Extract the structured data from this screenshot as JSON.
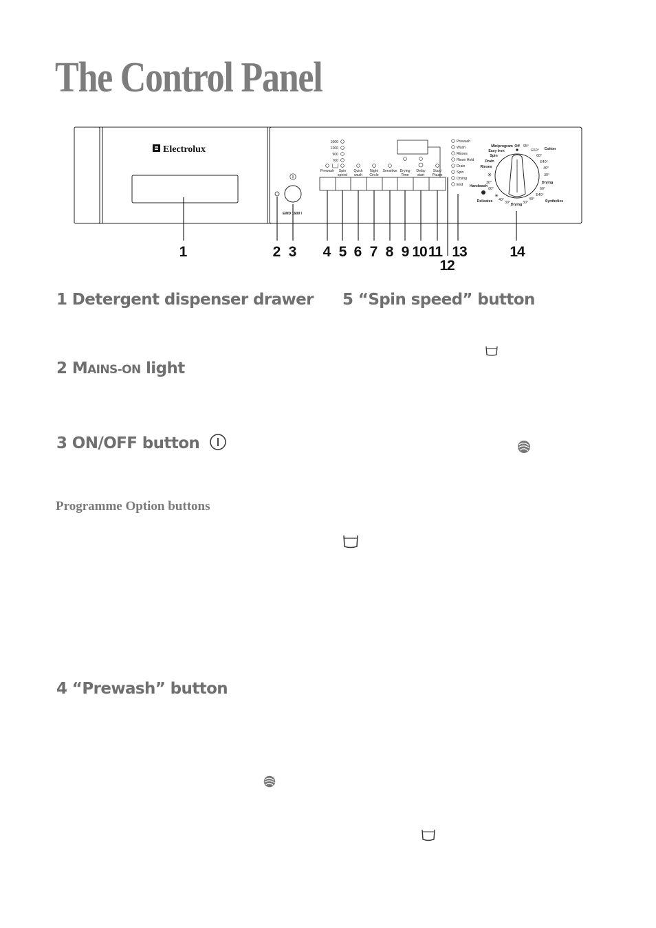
{
  "title": "The Control Panel",
  "panel": {
    "brand": "Electrolux",
    "model": "EWD 1609 I",
    "spin_speeds": [
      "1600",
      "1200",
      "900",
      "700"
    ],
    "button_labels": [
      {
        "l1": "Prewash",
        "l2": ""
      },
      {
        "l1": "Spin",
        "l2": "speed"
      },
      {
        "l1": "Quick",
        "l2": "wash"
      },
      {
        "l1": "Night",
        "l2": "Circle"
      },
      {
        "l1": "Sensitive",
        "l2": ""
      },
      {
        "l1": "Drying",
        "l2": "Time"
      },
      {
        "l1": "Delay",
        "l2": "start"
      },
      {
        "l1": "Start/",
        "l2": "Pause"
      }
    ],
    "progress_phases": [
      "Prewash",
      "Wash",
      "Rinses",
      "Rinse Hold",
      "Drain",
      "Spin",
      "Drying",
      "End"
    ],
    "dial": {
      "group_labels": {
        "cotton": "Cotton",
        "synthetics": "Synthetics",
        "delicates": "Delicates",
        "handwash": "Handwash",
        "drying": "Drying"
      },
      "top_labels": {
        "miniprogram": "Miniprogram",
        "off": "Off",
        "t95": "95°",
        "easy_iron": "Easy Iron",
        "spin": "Spin",
        "drain": "Drain",
        "rinses": "Rinses"
      },
      "cotton_temps": [
        "E60°",
        "60°",
        "E40°",
        "40°",
        "30°"
      ],
      "cotton_drying": "Drying",
      "synthetics_temps": [
        "60°",
        "E40°",
        "40°",
        "30°"
      ],
      "synthetics_drying": "Drying",
      "delicates_temps": [
        "30°",
        "40°",
        "60°",
        "30°"
      ]
    }
  },
  "callouts": [
    "1",
    "2",
    "3",
    "4",
    "5",
    "6",
    "7",
    "8",
    "9",
    "10",
    "11",
    "12",
    "13",
    "14"
  ],
  "sections": {
    "s1": "1 Detergent dispenser drawer",
    "s2_num": "2 ",
    "s2_caps_M": "M",
    "s2_caps_rest": "AINS-ON",
    "s2_tail": " light",
    "s3": "3 ON/OFF button",
    "options": "Programme Option buttons",
    "s4": "4 “Prewash” button",
    "s5": "5 “Spin speed” button"
  },
  "icons": [
    "prewash-tub-icon",
    "power-icon",
    "wool-ball-icon"
  ]
}
